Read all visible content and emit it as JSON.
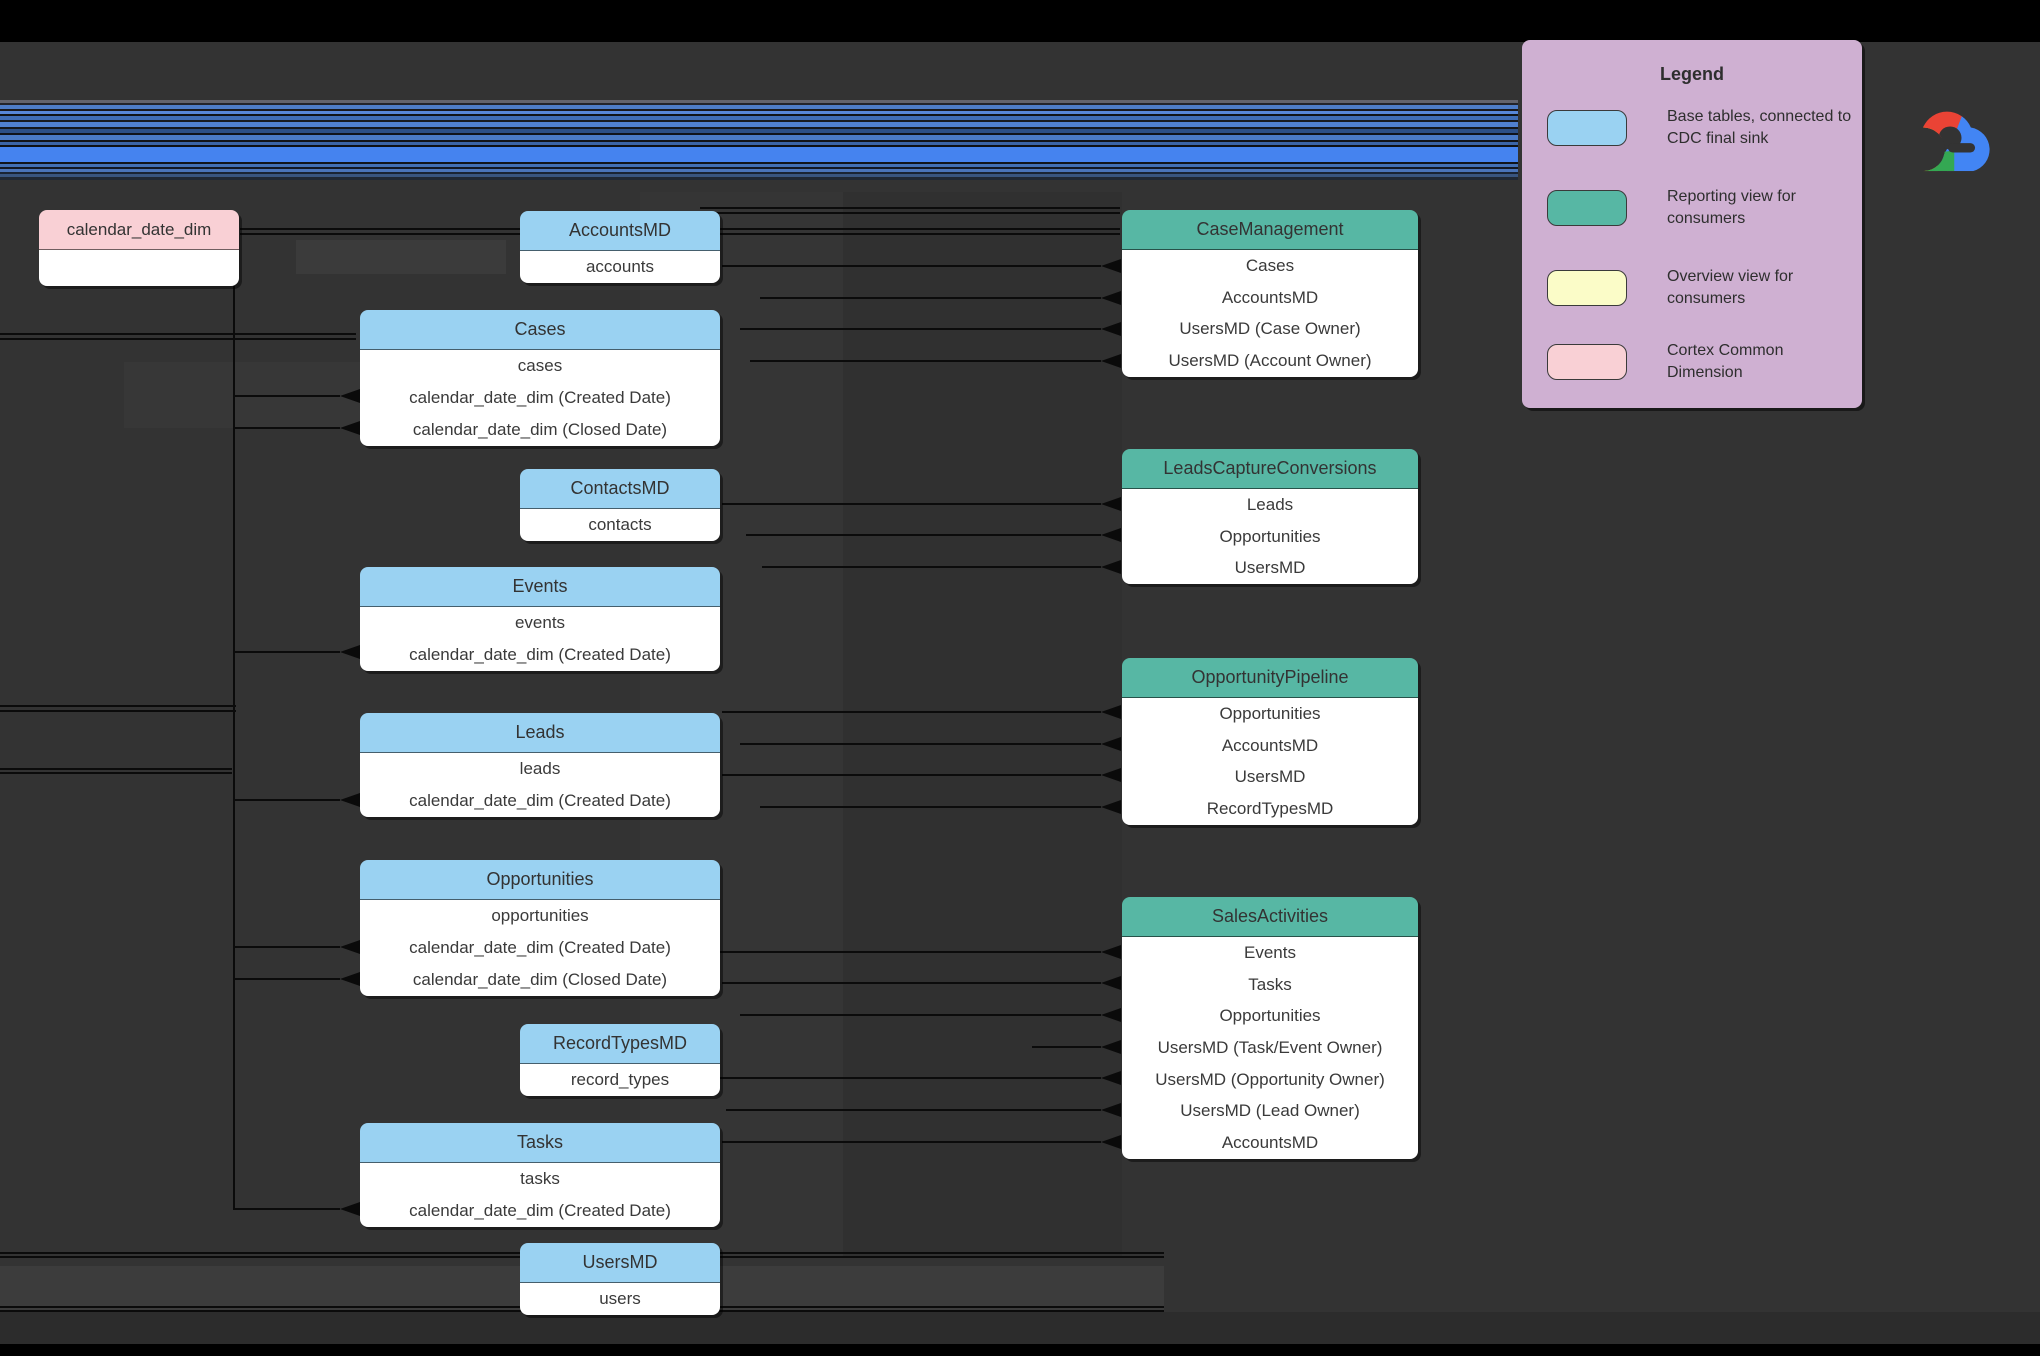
{
  "colors": {
    "canvas_bg": "#333333",
    "base_table": "#9ad2f2",
    "reporting_view": "#57b7a4",
    "overview_view": "#fbfcc8",
    "common_dimension": "#f9d0d5",
    "legend_bg": "#cfb0d2",
    "stripe_accent": "#4583ef"
  },
  "icons": {
    "logo": "google-cloud-logo"
  },
  "legend": {
    "title": "Legend",
    "items": [
      {
        "color": "#9ad2f2",
        "label": "Base tables, connected to CDC final sink"
      },
      {
        "color": "#57b7a4",
        "label": "Reporting view for consumers"
      },
      {
        "color": "#fbfcc8",
        "label": "Overview view for consumers"
      },
      {
        "color": "#f9d0d5",
        "label": "Cortex Common Dimension"
      }
    ]
  },
  "diagram": {
    "calendar": {
      "title": "calendar_date_dim"
    },
    "base": {
      "accounts_md": {
        "title": "AccountsMD",
        "rows": [
          "accounts"
        ]
      },
      "cases": {
        "title": "Cases",
        "rows": [
          "cases",
          "calendar_date_dim (Created Date)",
          "calendar_date_dim (Closed Date)"
        ]
      },
      "contacts_md": {
        "title": "ContactsMD",
        "rows": [
          "contacts"
        ]
      },
      "events": {
        "title": "Events",
        "rows": [
          "events",
          "calendar_date_dim (Created Date)"
        ]
      },
      "leads": {
        "title": "Leads",
        "rows": [
          "leads",
          "calendar_date_dim (Created Date)"
        ]
      },
      "opportunities": {
        "title": "Opportunities",
        "rows": [
          "opportunities",
          "calendar_date_dim (Created Date)",
          "calendar_date_dim (Closed Date)"
        ]
      },
      "record_types_md": {
        "title": "RecordTypesMD",
        "rows": [
          "record_types"
        ]
      },
      "tasks": {
        "title": "Tasks",
        "rows": [
          "tasks",
          "calendar_date_dim (Created Date)"
        ]
      },
      "users_md": {
        "title": "UsersMD",
        "rows": [
          "users"
        ]
      }
    },
    "views": {
      "case_management": {
        "title": "CaseManagement",
        "rows": [
          "Cases",
          "AccountsMD",
          "UsersMD (Case Owner)",
          "UsersMD (Account Owner)"
        ]
      },
      "leads_capture_conversions": {
        "title": "LeadsCaptureConversions",
        "rows": [
          "Leads",
          "Opportunities",
          "UsersMD"
        ]
      },
      "opportunity_pipeline": {
        "title": "OpportunityPipeline",
        "rows": [
          "Opportunities",
          "AccountsMD",
          "UsersMD",
          "RecordTypesMD"
        ]
      },
      "sales_activities": {
        "title": "SalesActivities",
        "rows": [
          "Events",
          "Tasks",
          "Opportunities",
          "UsersMD (Task/Event Owner)",
          "UsersMD (Opportunity Owner)",
          "UsersMD (Lead Owner)",
          "AccountsMD"
        ]
      }
    }
  }
}
